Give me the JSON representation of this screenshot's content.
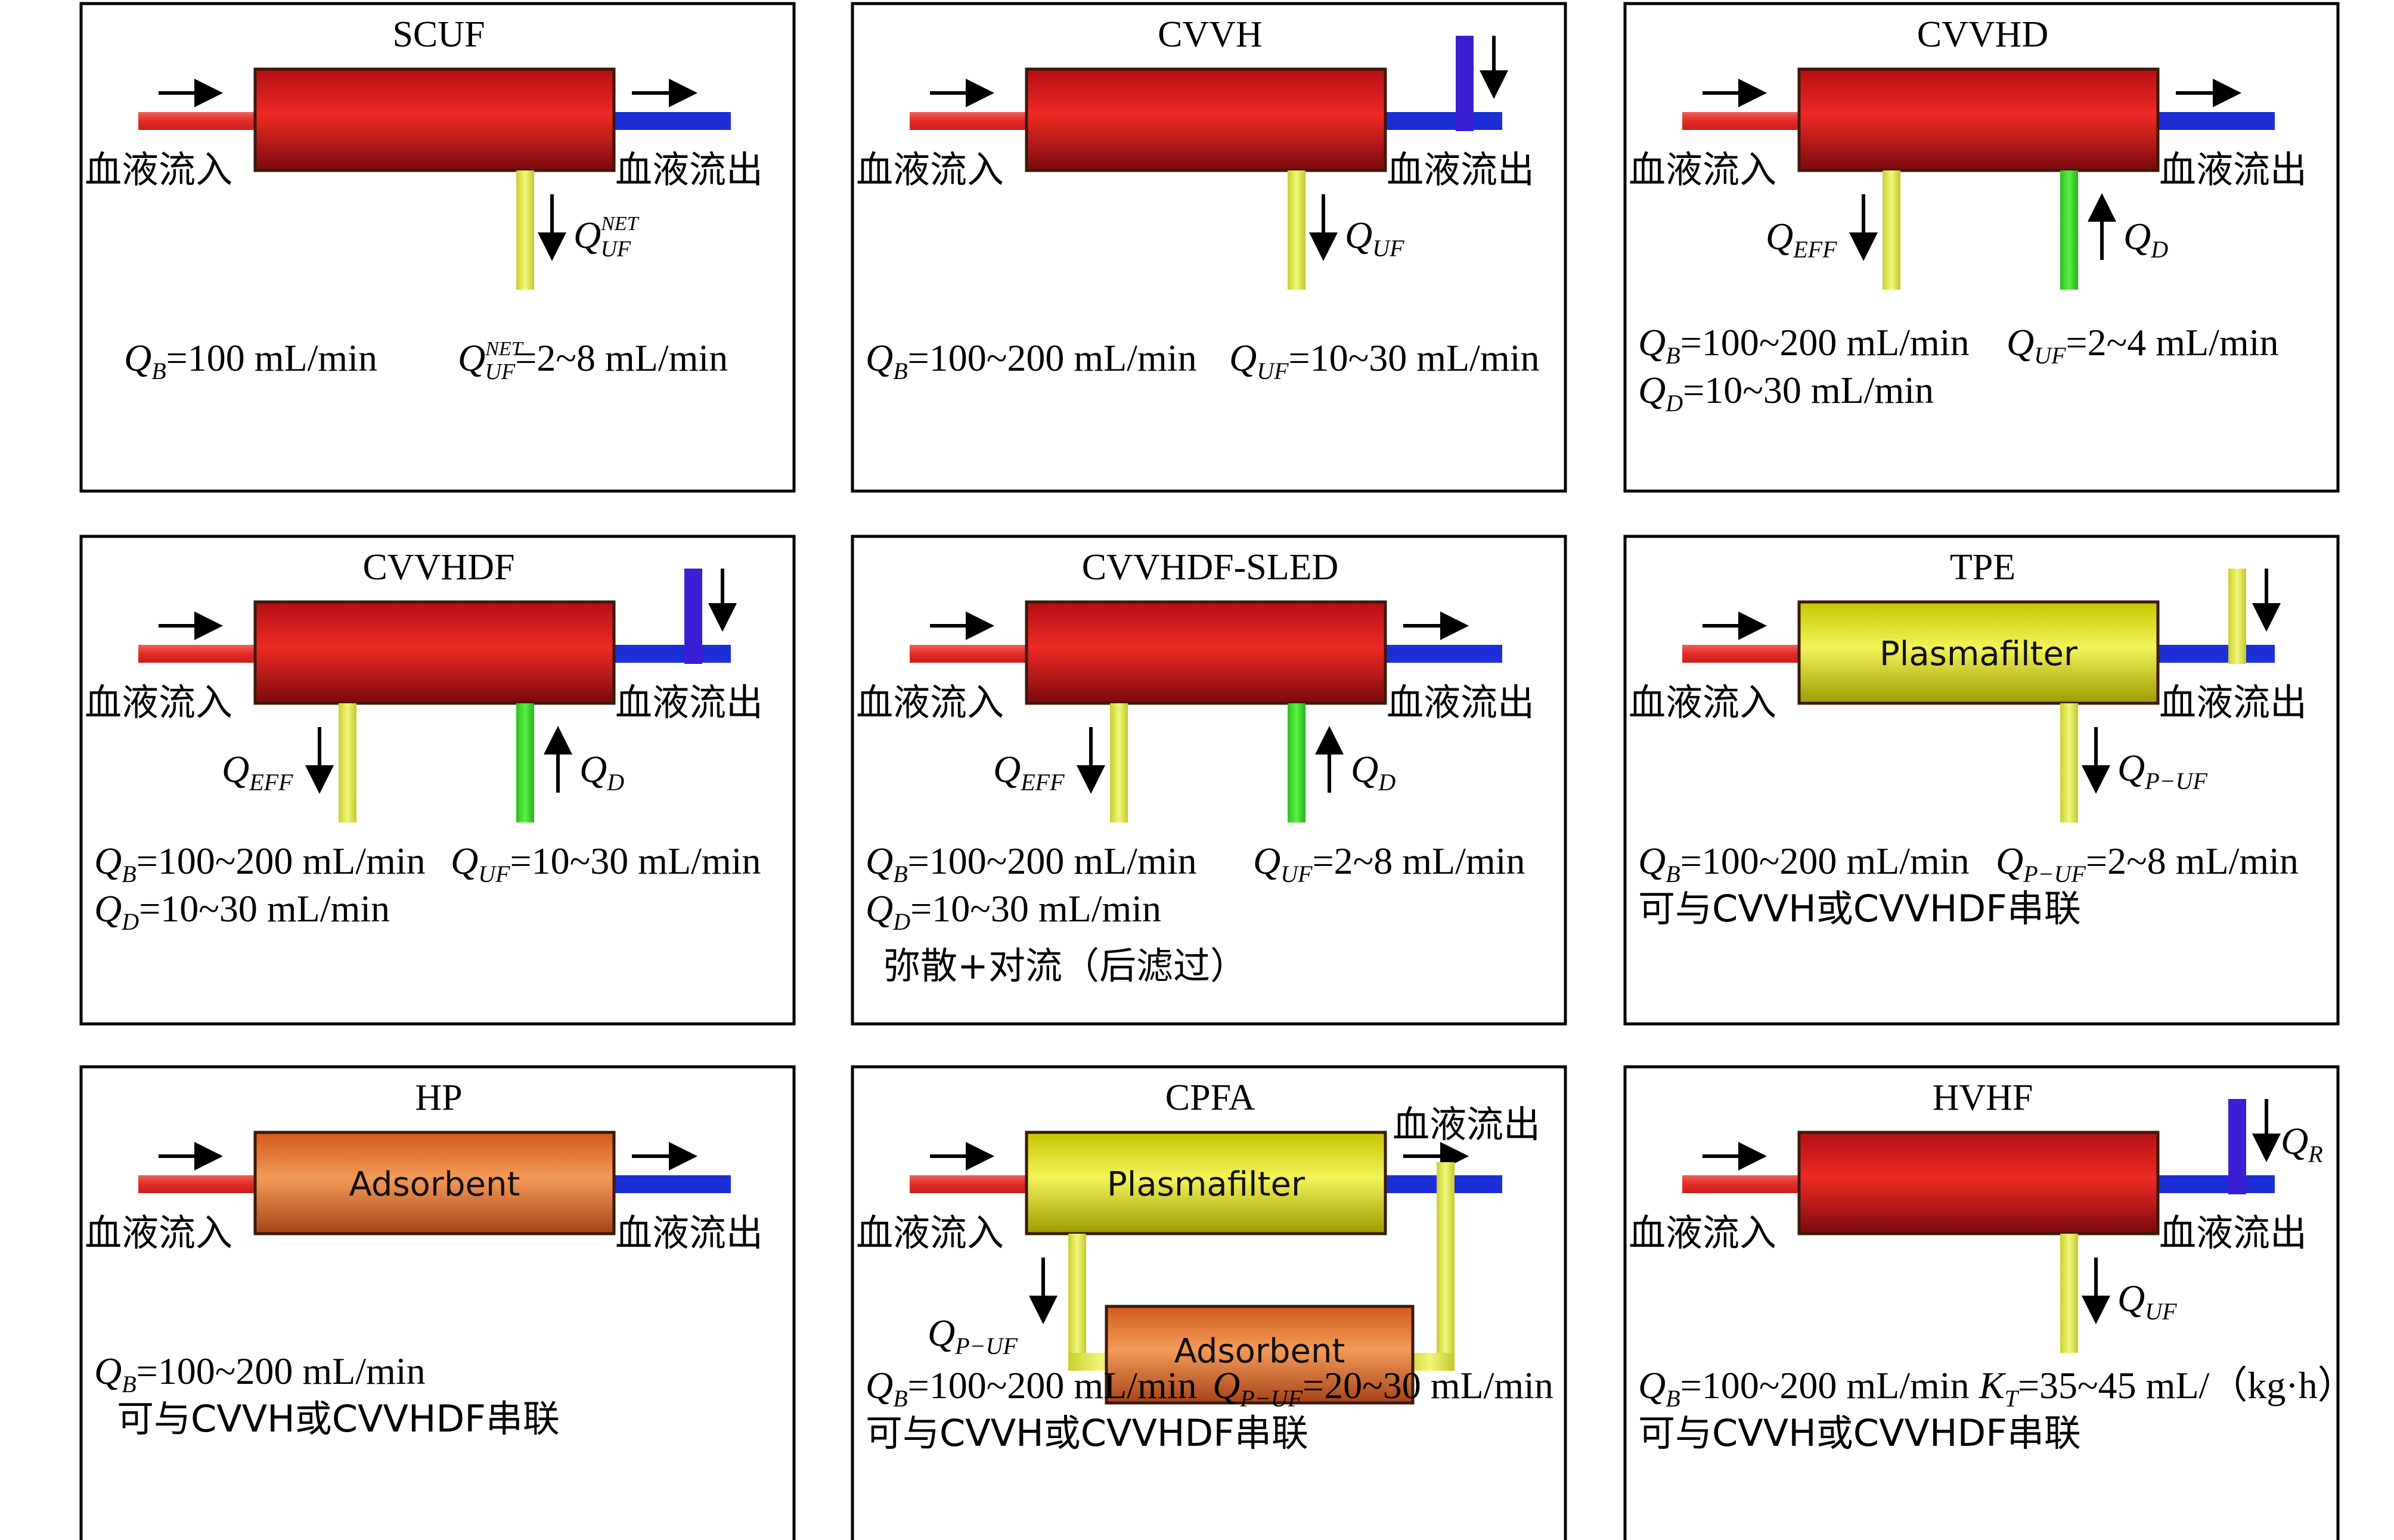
{
  "colors": {
    "blood_in": "#e8332b",
    "blood_out": "#1c2fd6",
    "filter_red": "#d8161c",
    "filter_yellow": "#e7e800",
    "filter_orange": "#ef7a2e",
    "effluent_yellow": "#e8ef5a",
    "dialysate_green": "#3ddb2a",
    "replacement_blue": "#3a1fd4"
  },
  "labels": {
    "blood_in": "血液流入",
    "blood_out": "血液流出"
  },
  "panels": [
    {
      "id": "scuf",
      "title": "SCUF",
      "q_left": "",
      "q_right": "Q",
      "q_right_sup": "NET",
      "q_right_sub": "UF",
      "formula1_a": "Q",
      "formula1_a_sub": "B",
      "formula1_a_rest": "=100 mL/min",
      "formula1_b": "Q",
      "formula1_b_sub": "UF",
      "formula1_b_sup": "NET",
      "formula1_b_rest": "=2~8 mL/min"
    },
    {
      "id": "cvvh",
      "title": "CVVH",
      "q_right": "Q",
      "q_right_sub": "UF",
      "formula1_a": "Q",
      "formula1_a_sub": "B",
      "formula1_a_rest": "=100~200 mL/min",
      "formula1_b": "Q",
      "formula1_b_sub": "UF",
      "formula1_b_rest": "=10~30 mL/min"
    },
    {
      "id": "cvvhd",
      "title": "CVVHD",
      "q_left": "Q",
      "q_left_sub": "EFF",
      "q_right": "Q",
      "q_right_sub": "D",
      "formula1_a": "Q",
      "formula1_a_sub": "B",
      "formula1_a_rest": "=100~200 mL/min",
      "formula1_b": "Q",
      "formula1_b_sub": "UF",
      "formula1_b_rest": "=2~4 mL/min",
      "formula2": "Q",
      "formula2_sub": "D",
      "formula2_rest": "=10~30 mL/min"
    },
    {
      "id": "cvvhdf",
      "title": "CVVHDF",
      "q_left": "Q",
      "q_left_sub": "EFF",
      "q_right": "Q",
      "q_right_sub": "D",
      "formula1_a": "Q",
      "formula1_a_sub": "B",
      "formula1_a_rest": "=100~200 mL/min",
      "formula1_b": "Q",
      "formula1_b_sub": "UF",
      "formula1_b_rest": "=10~30 mL/min",
      "formula2": "Q",
      "formula2_sub": "D",
      "formula2_rest": "=10~30 mL/min"
    },
    {
      "id": "cvvhdf-sled",
      "title": "CVVHDF-SLED",
      "q_left": "Q",
      "q_left_sub": "EFF",
      "q_right": "Q",
      "q_right_sub": "D",
      "formula1_a": "Q",
      "formula1_a_sub": "B",
      "formula1_a_rest": "=100~200 mL/min",
      "formula1_b": "Q",
      "formula1_b_sub": "UF",
      "formula1_b_rest": "=2~8 mL/min",
      "formula2": "Q",
      "formula2_sub": "D",
      "formula2_rest": "=10~30 mL/min",
      "note": "弥散+对流（后滤过）"
    },
    {
      "id": "tpe",
      "title": "TPE",
      "filter_label": "Plasmafilter",
      "q_right": "Q",
      "q_right_sub": "P−UF",
      "formula1_a": "Q",
      "formula1_a_sub": "B",
      "formula1_a_rest": "=100~200 mL/min",
      "formula1_b": "Q",
      "formula1_b_sub": "P−UF",
      "formula1_b_rest": "=2~8 mL/min",
      "note": "可与CVVH或CVVHDF串联"
    },
    {
      "id": "hp",
      "title": "HP",
      "filter_label": "Adsorbent",
      "formula1_a": "Q",
      "formula1_a_sub": "B",
      "formula1_a_rest": "=100~200 mL/min",
      "note": "可与CVVH或CVVHDF串联"
    },
    {
      "id": "cpfa",
      "title": "CPFA",
      "filter_label": "Plasmafilter",
      "adsorbent_label": "Adsorbent",
      "q_left": "Q",
      "q_left_sub": "P−UF",
      "formula1_a": "Q",
      "formula1_a_sub": "B",
      "formula1_a_rest": "=100~200 mL/min ",
      "formula1_b": "Q",
      "formula1_b_sub": "P−UF",
      "formula1_b_rest": "=20~30 mL/min",
      "note": "可与CVVH或CVVHDF串联"
    },
    {
      "id": "hvhf",
      "title": "HVHF",
      "q_top": "Q",
      "q_top_sub": "R",
      "q_right": "Q",
      "q_right_sub": "UF",
      "formula1_a": "Q",
      "formula1_a_sub": "B",
      "formula1_a_rest": "=100~200 mL/min ",
      "formula1_b": "K",
      "formula1_b_sub": "T",
      "formula1_b_rest": "=35~45 mL/（kg·h）",
      "note": "可与CVVH或CVVHDF串联"
    }
  ]
}
